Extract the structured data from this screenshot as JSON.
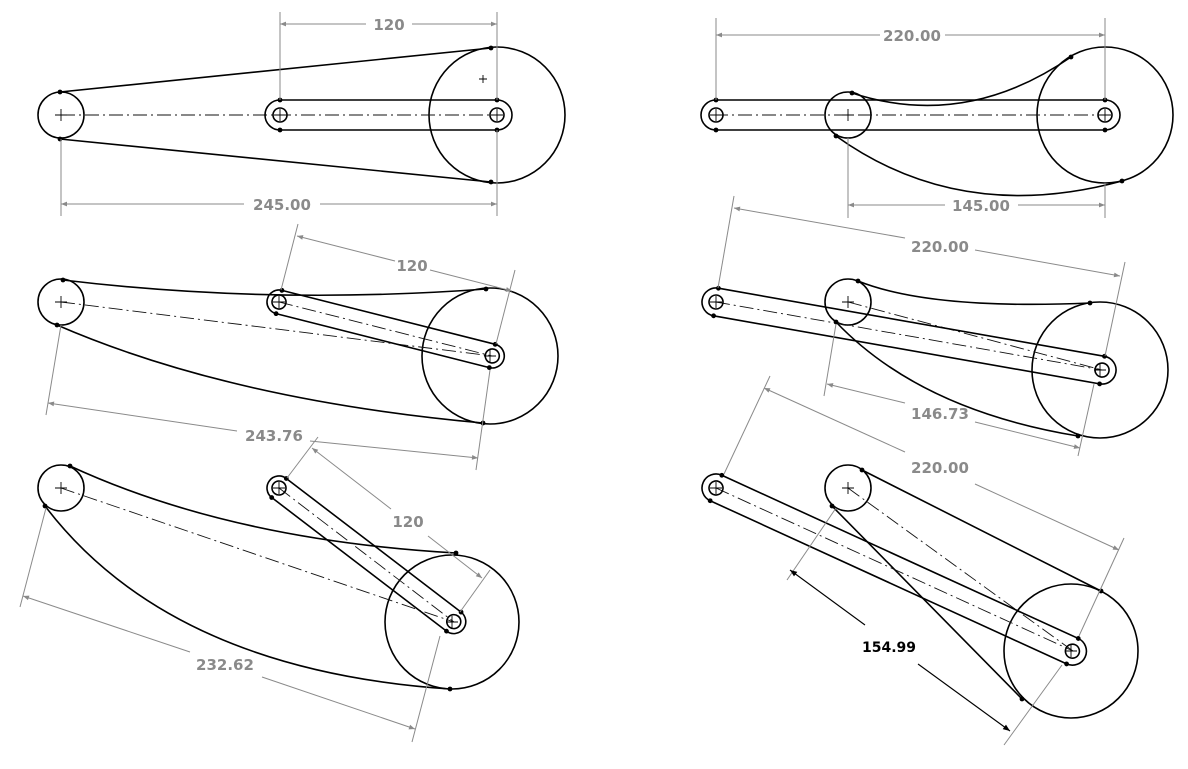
{
  "panels": [
    {
      "id": "top-left",
      "dimensions": [
        "120",
        "245.00"
      ]
    },
    {
      "id": "top-right",
      "dimensions": [
        "220.00",
        "145.00"
      ]
    },
    {
      "id": "middle-left",
      "dimensions": [
        "120",
        "243.76"
      ]
    },
    {
      "id": "middle-right",
      "dimensions": [
        "220.00",
        "146.73"
      ]
    },
    {
      "id": "bottom-left",
      "dimensions": [
        "120",
        "232.62"
      ]
    },
    {
      "id": "bottom-right",
      "dimensions": [
        "220.00",
        "154.99"
      ]
    }
  ],
  "colors": {
    "geometry": "#000000",
    "dimension": "#8a8a8a",
    "active_dimension": "#000000",
    "background": "#ffffff"
  }
}
